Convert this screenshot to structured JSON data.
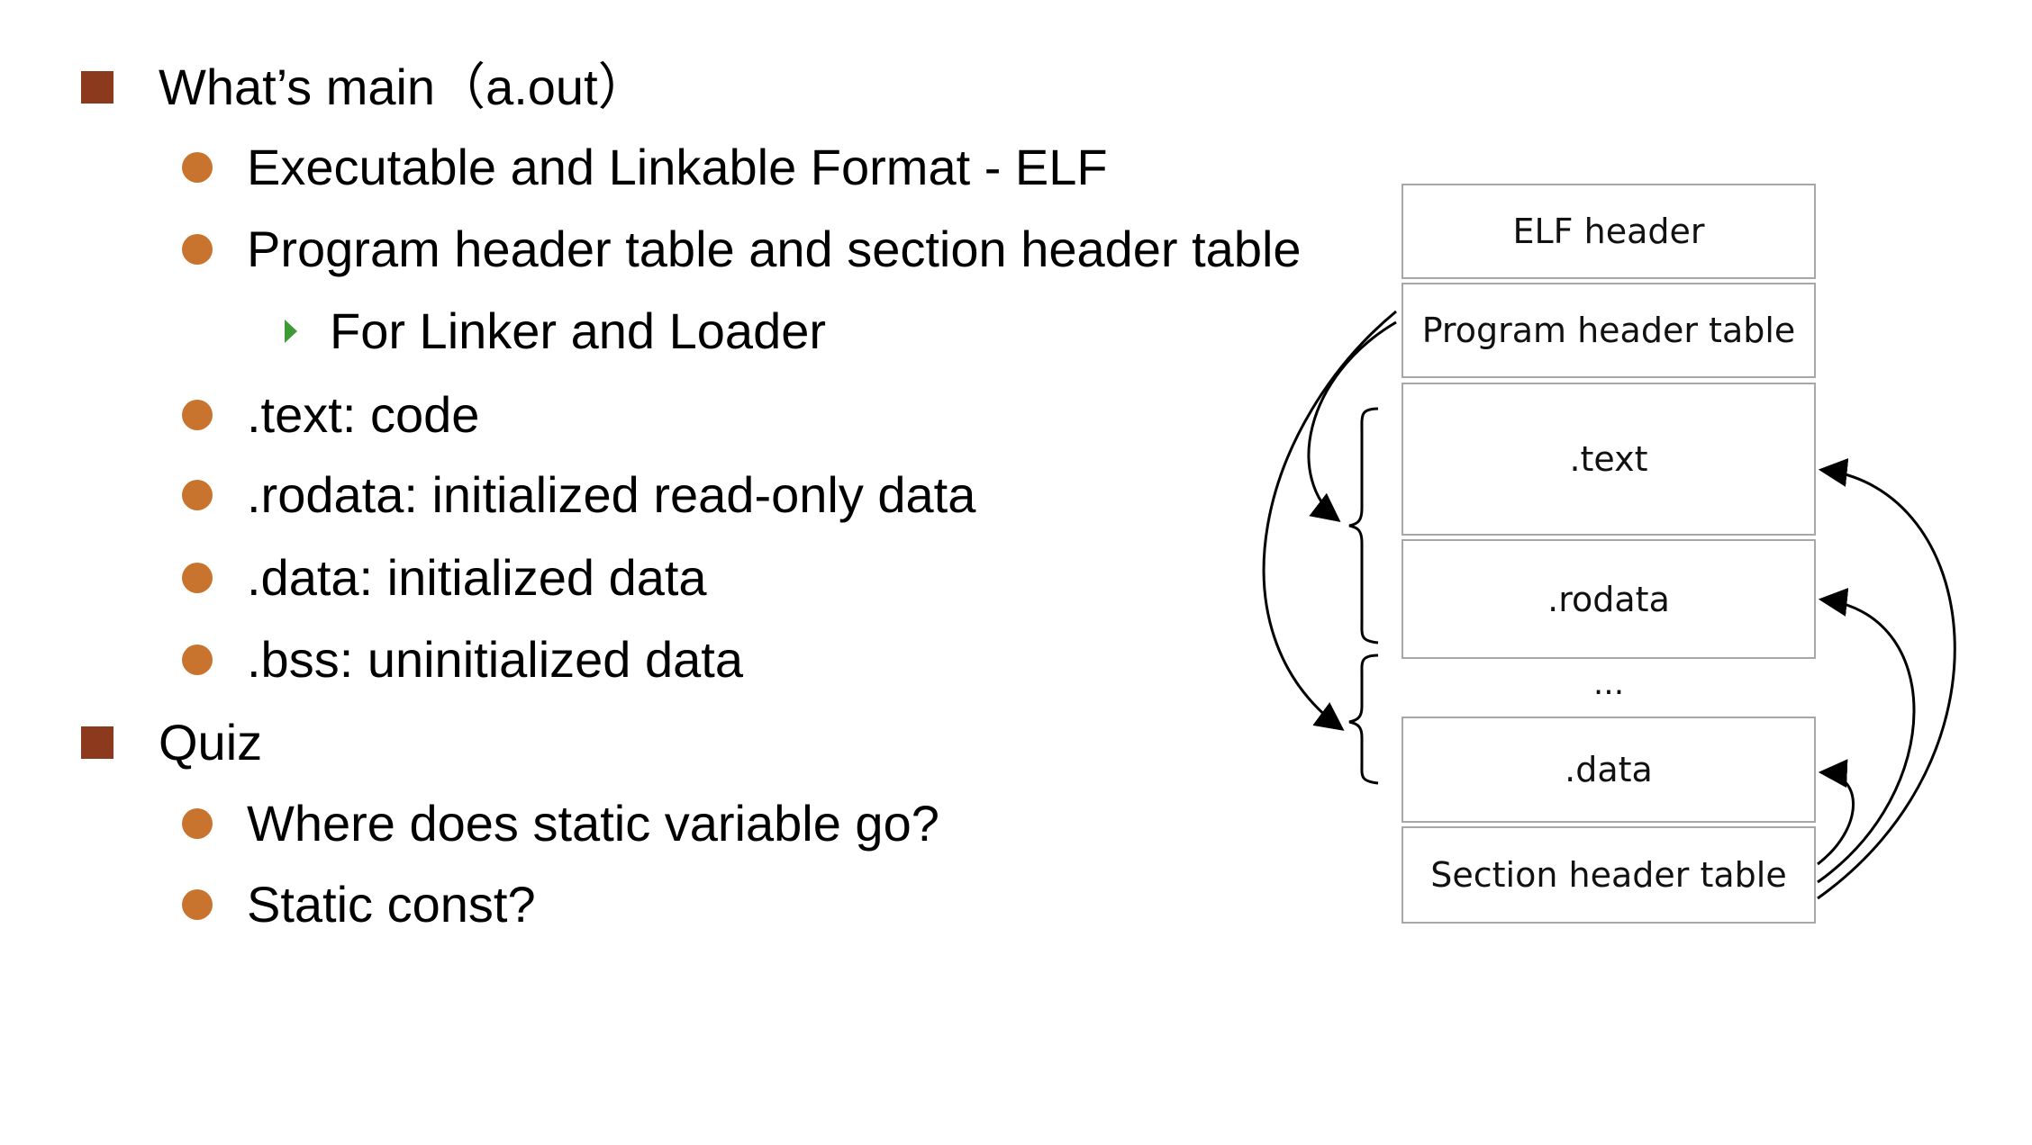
{
  "colors": {
    "level1_marker": "#8b3a1e",
    "level2_marker": "#c8742f",
    "level3_marker": "#3f9a35",
    "box_border": "#a7a7a7",
    "arrow": "#000000"
  },
  "bullets": [
    {
      "level": 1,
      "marker": "square",
      "text": "What’s main（a.out）"
    },
    {
      "level": 2,
      "marker": "dot",
      "text": "Executable and Linkable Format - ELF"
    },
    {
      "level": 2,
      "marker": "dot",
      "text": "Program header table and section header table"
    },
    {
      "level": 3,
      "marker": "triangle",
      "text": "For Linker and Loader"
    },
    {
      "level": 2,
      "marker": "dot",
      "text": ".text: code"
    },
    {
      "level": 2,
      "marker": "dot",
      "text": ".rodata: initialized read-only data"
    },
    {
      "level": 2,
      "marker": "dot",
      "text": ".data: initialized data"
    },
    {
      "level": 2,
      "marker": "dot",
      "text": ".bss: uninitialized data"
    },
    {
      "level": 1,
      "marker": "square",
      "text": "Quiz"
    },
    {
      "level": 2,
      "marker": "dot",
      "text": "Where does static variable go?"
    },
    {
      "level": 2,
      "marker": "dot",
      "text": "Static const?"
    }
  ],
  "diagram": {
    "boxes": {
      "elf_header": "ELF header",
      "program_header_table": "Program header table",
      "text": ".text",
      "rodata": ".rodata",
      "data": ".data",
      "section_header_table": "Section header table"
    },
    "ellipsis": "..."
  }
}
